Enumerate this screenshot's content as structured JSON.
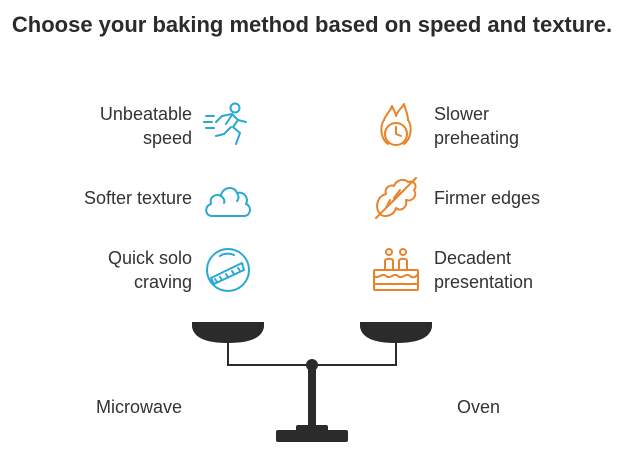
{
  "title": "Choose your baking method based on speed and texture.",
  "colors": {
    "microwave": "#29A8D6",
    "oven": "#E8832A",
    "scale": "#2b2b2b"
  },
  "microwave": {
    "label": "Microwave",
    "features": [
      {
        "line1": "Unbeatable",
        "line2": "speed",
        "icon": "running-person-icon"
      },
      {
        "line1": "Softer texture",
        "line2": "",
        "icon": "cloud-icon"
      },
      {
        "line1": "Quick solo",
        "line2": "craving",
        "icon": "cake-slice-icon"
      }
    ]
  },
  "oven": {
    "label": "Oven",
    "features": [
      {
        "line1": "Slower",
        "line2": "preheating",
        "icon": "fire-clock-icon"
      },
      {
        "line1": "Firmer edges",
        "line2": "",
        "icon": "leaf-icon"
      },
      {
        "line1": "Decadent",
        "line2": "presentation",
        "icon": "birthday-cake-icon"
      }
    ]
  }
}
